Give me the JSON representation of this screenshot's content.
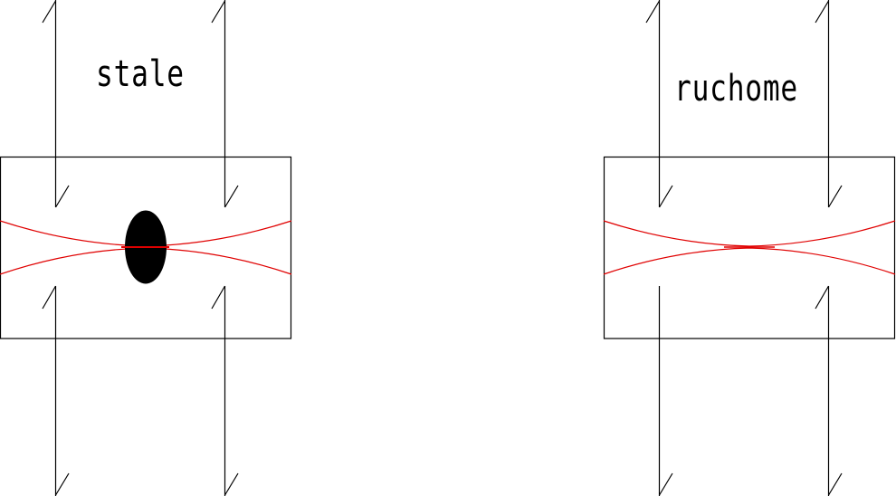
{
  "diagrams": [
    {
      "id": "fixed",
      "label": "stale",
      "has_obstacle": true
    },
    {
      "id": "moving",
      "label": "ruchome",
      "has_obstacle": false
    }
  ],
  "colors": {
    "stroke": "#000000",
    "curve": "#e00000",
    "obstacle": "#000000",
    "background": "#ffffff"
  }
}
